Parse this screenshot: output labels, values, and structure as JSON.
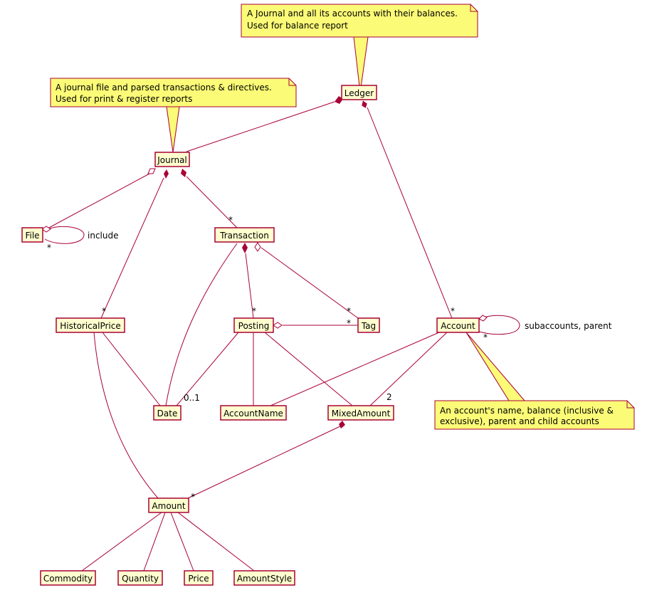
{
  "colors": {
    "box_fill": "#FEFECE",
    "box_stroke": "#A80036",
    "edge": "#A80036",
    "note_fill": "#FBFB77",
    "note_stroke": "#A80036",
    "text": "#000000"
  },
  "classes": {
    "ledger": "Ledger",
    "journal": "Journal",
    "file": "File",
    "transaction": "Transaction",
    "historical_price": "HistoricalPrice",
    "posting": "Posting",
    "tag": "Tag",
    "account": "Account",
    "date": "Date",
    "account_name": "AccountName",
    "mixed_amount": "MixedAmount",
    "amount": "Amount",
    "commodity": "Commodity",
    "quantity": "Quantity",
    "price": "Price",
    "amount_style": "AmountStyle"
  },
  "notes": {
    "ledger": [
      "A Journal and all its accounts with their balances.",
      "Used for balance report"
    ],
    "journal": [
      "A journal file and parsed transactions & directives.",
      "Used for print & register reports"
    ],
    "account": [
      "An account's name, balance (inclusive &",
      "exclusive), parent and child accounts"
    ]
  },
  "labels": {
    "file_include": "include",
    "account_self": "subaccounts, parent",
    "star": "*",
    "zero_one": "0..1",
    "two": "2"
  }
}
